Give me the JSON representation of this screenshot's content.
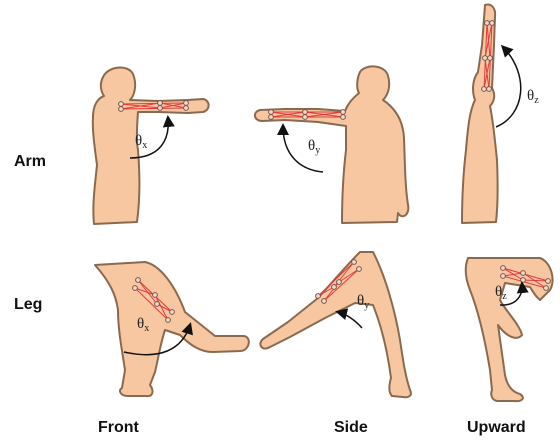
{
  "rows": {
    "arm": "Arm",
    "leg": "Leg"
  },
  "columns": {
    "front": "Front",
    "side": "Side",
    "upward": "Upward"
  },
  "angles": {
    "arm_front": {
      "symbol": "θ",
      "sub": "x"
    },
    "arm_side": {
      "symbol": "θ",
      "sub": "y"
    },
    "arm_upward": {
      "symbol": "θ",
      "sub": "z"
    },
    "leg_front": {
      "symbol": "θ",
      "sub": "x"
    },
    "leg_side": {
      "symbol": "θ",
      "sub": "y"
    },
    "leg_upward": {
      "symbol": "θ",
      "sub": "z"
    }
  },
  "colors": {
    "skin": "#f6c7a1",
    "outline": "#8a6a4e",
    "marker_lines": "#e23b3b"
  }
}
